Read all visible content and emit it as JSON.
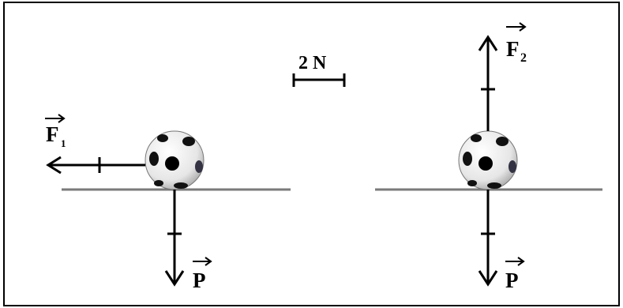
{
  "scale": {
    "label": "2 N"
  },
  "left_scene": {
    "force_horizontal": {
      "symbol": "F",
      "subscript": "1"
    },
    "force_down": {
      "symbol": "P"
    }
  },
  "right_scene": {
    "force_up": {
      "symbol": "F",
      "subscript": "2"
    },
    "force_down": {
      "symbol": "P"
    }
  }
}
